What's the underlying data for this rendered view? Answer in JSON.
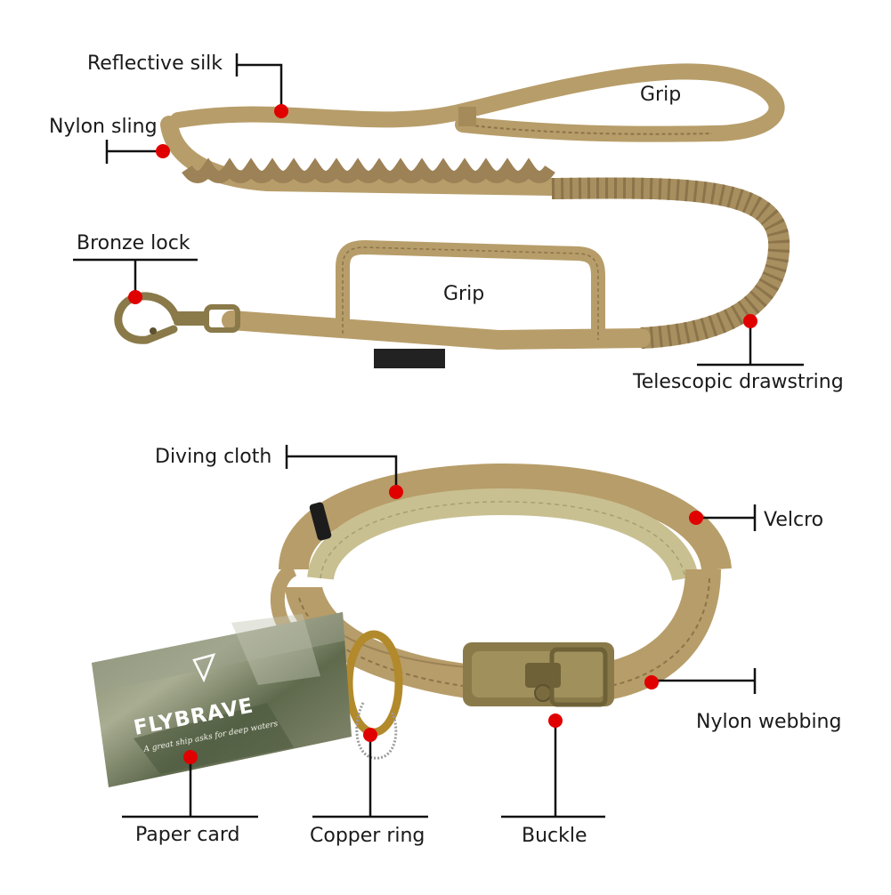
{
  "labels": {
    "reflective_silk": "Reflective silk",
    "nylon_sling": "Nylon sling",
    "grip_top": "Grip",
    "bronze_lock": "Bronze lock",
    "grip_middle": "Grip",
    "telescopic_drawstring": "Telescopic drawstring",
    "diving_cloth": "Diving cloth",
    "velcro": "Velcro",
    "nylon_webbing": "Nylon webbing",
    "paper_card": "Paper card",
    "copper_ring": "Copper ring",
    "buckle": "Buckle"
  },
  "card": {
    "brand": "FLYBRAVE",
    "slogan": "A great ship asks for deep waters"
  },
  "colors": {
    "webbing": "#b79d69",
    "webbing_dark": "#8c744a",
    "padding": "#c9c092",
    "bronze": "#8a7a4a",
    "marker": "#e00000",
    "leader": "#111111"
  }
}
